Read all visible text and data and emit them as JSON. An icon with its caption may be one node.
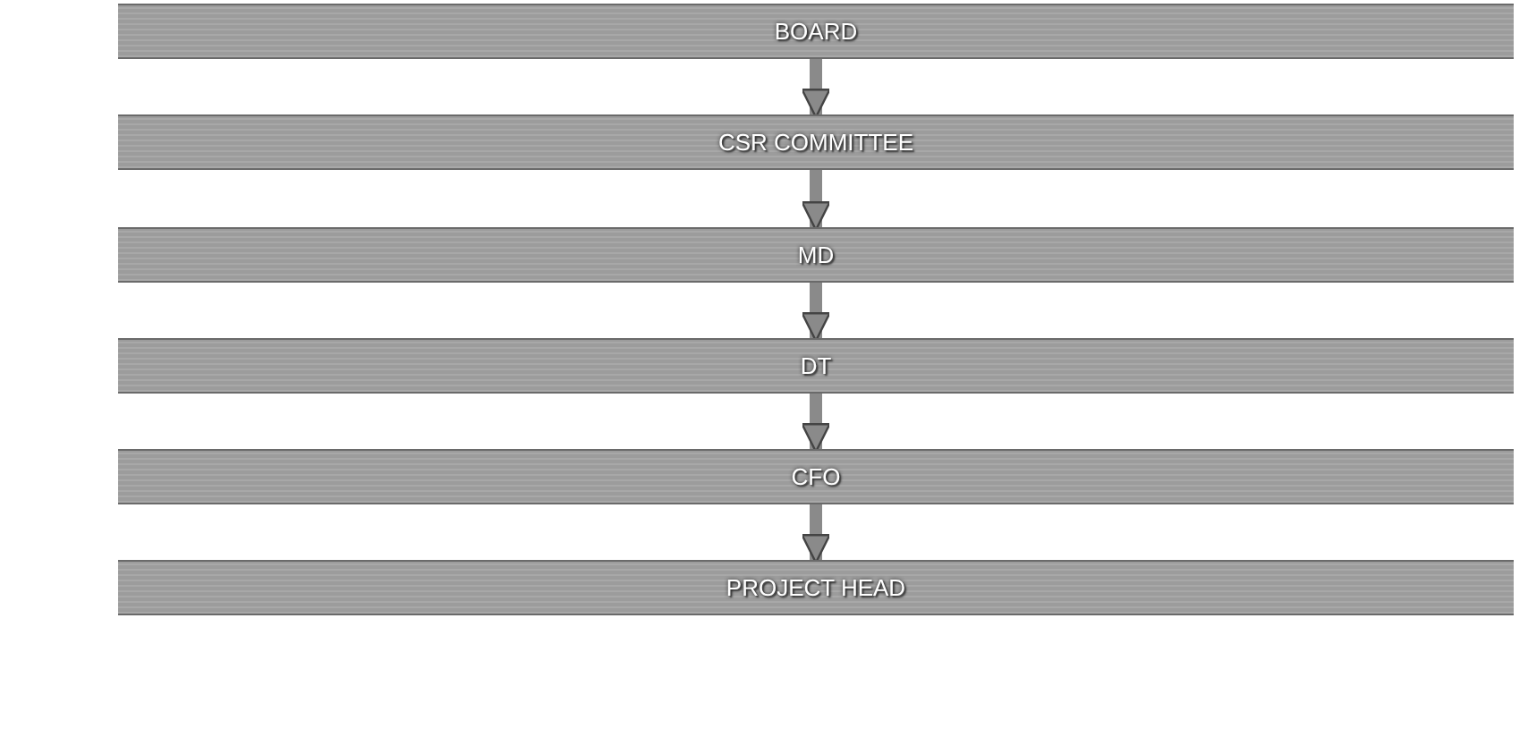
{
  "diagram": {
    "nodes": [
      {
        "text": [
          "BOARD"
        ]
      },
      {
        "text": [
          "CSR COMMITTEE"
        ]
      },
      {
        "text": [
          "MD"
        ]
      },
      {
        "text": [
          "DT"
        ]
      },
      {
        "text": [
          "CFO"
        ]
      },
      {
        "text": [
          "PROJECT HEAD"
        ]
      }
    ],
    "edges": [
      {
        "from": 0,
        "to": 1,
        "arrow": "to"
      },
      {
        "from": 1,
        "to": 2,
        "arrow": "to"
      },
      {
        "from": 2,
        "to": 3,
        "arrow": "to"
      },
      {
        "from": 3,
        "to": 4,
        "arrow": "to"
      },
      {
        "from": 4,
        "to": 5,
        "arrow": "to"
      }
    ]
  }
}
